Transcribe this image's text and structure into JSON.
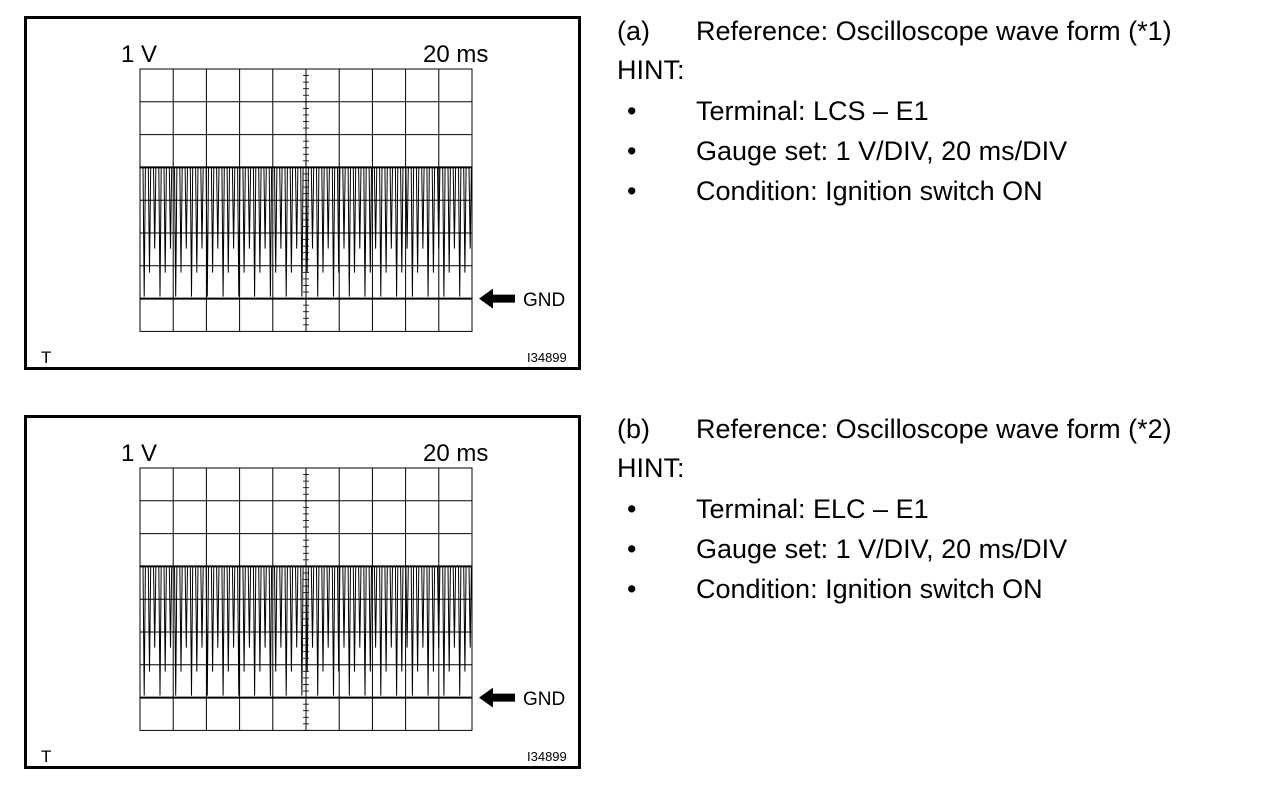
{
  "figures": [
    {
      "volts_label": "1 V",
      "time_label": "20 ms",
      "gnd_label": "GND",
      "corner_label": "T",
      "code_label": "I34899"
    },
    {
      "volts_label": "1 V",
      "time_label": "20 ms",
      "gnd_label": "GND",
      "corner_label": "T",
      "code_label": "I34899"
    }
  ],
  "notes": [
    {
      "tag": "(a)",
      "title": "Reference: Oscilloscope wave form (*1)",
      "hint": "HINT:",
      "bullet": "•",
      "items": [
        "Terminal: LCS – E1",
        "Gauge set: 1 V/DIV, 20 ms/DIV",
        "Condition: Ignition switch ON"
      ]
    },
    {
      "tag": "(b)",
      "title": "Reference: Oscilloscope wave form (*2)",
      "hint": "HINT:",
      "bullet": "•",
      "items": [
        "Terminal: ELC – E1",
        "Gauge set: 1 V/DIV, 20 ms/DIV",
        "Condition: Ignition switch ON"
      ]
    }
  ],
  "scope": {
    "grid_divisions": [
      10,
      8
    ],
    "signal_high_div": 5,
    "signal_low_div": 1,
    "pulse_count": 63
  },
  "colors": {
    "ink": "#000000",
    "paper": "#ffffff"
  }
}
